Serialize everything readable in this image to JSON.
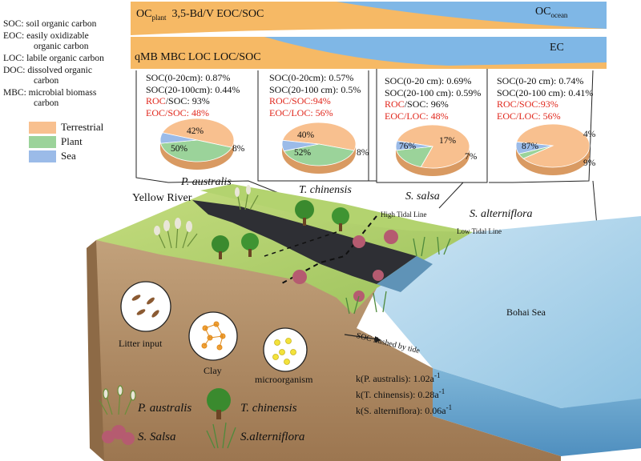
{
  "glossary": [
    {
      "abbr": "SOC",
      "def_line1": "soil organic carbon",
      "def_line2": ""
    },
    {
      "abbr": "EOC",
      "def_line1": "easily oxidizable",
      "def_line2": "organic carbon"
    },
    {
      "abbr": "LOC",
      "def_line1": "labile organic carbon",
      "def_line2": ""
    },
    {
      "abbr": "DOC",
      "def_line1": "dissolved organic",
      "def_line2": "carbon"
    },
    {
      "abbr": "MBC",
      "def_line1": "microbial biomass",
      "def_line2": "carbon"
    }
  ],
  "source_legend": [
    {
      "label": "Terrestrial",
      "color": "#f8c08f"
    },
    {
      "label": "Plant",
      "color": "#9bd39a"
    },
    {
      "label": "Sea",
      "color": "#9bbbe8"
    }
  ],
  "bars": {
    "top": {
      "oc_plant": "OC",
      "oc_plant_sub": "plant",
      "ratios": "3,5-Bd/V EOC/SOC",
      "oc_ocean": "OC",
      "oc_ocean_sub": "ocean"
    },
    "bottom": {
      "left": "qMB MBC LOC LOC/SOC",
      "right": "EC"
    }
  },
  "sites": [
    {
      "name": "P. australis",
      "soc_top": "SOC(0-20cm): 0.87%",
      "soc_deep": "SOC(20-100cm): 0.44%",
      "roc_label": "ROC",
      "roc_rest": "/SOC: 93%",
      "eoc_label": "EOC",
      "eoc_rest": "/SOC: 48%",
      "pie": {
        "terrestrial": 50,
        "plant": 42,
        "sea": 8
      },
      "pie_labels": [
        "50%",
        "42%",
        "8%"
      ]
    },
    {
      "name": "T. chinensis",
      "soc_top": "SOC(0-20cm): 0.57%",
      "soc_deep": "SOC(20-100 cm): 0.5%",
      "roc_label": "ROC",
      "roc_rest": "/SOC:94%",
      "eoc_label": "EOC",
      "eoc_rest": "/LOC: 56%",
      "pie": {
        "terrestrial": 52,
        "plant": 40,
        "sea": 8
      },
      "pie_labels": [
        "52%",
        "40%",
        "8%"
      ]
    },
    {
      "name": "S. salsa",
      "soc_top": "SOC(0-20 cm): 0.69%",
      "soc_deep": "SOC(20-100 cm): 0.59%",
      "roc_label": "ROC",
      "roc_rest": "/SOC: 96%",
      "eoc_label": "EOC",
      "eoc_rest": "/LOC: 48%",
      "pie": {
        "terrestrial": 76,
        "plant": 17,
        "sea": 7
      },
      "pie_labels": [
        "76%",
        "17%",
        "7%"
      ]
    },
    {
      "name": "S. alterniflora",
      "soc_top": "SOC(0-20 cm): 0.74%",
      "soc_deep": "SOC(20-100 cm): 0.41%",
      "roc_label": "ROC",
      "roc_rest": "/SOC:93%",
      "eoc_label": "EOC",
      "eoc_rest": "/LOC: 56%",
      "pie": {
        "terrestrial": 87,
        "plant": 4,
        "sea": 9
      },
      "pie_labels": [
        "87%",
        "4%",
        "9%"
      ]
    }
  ],
  "landscape": {
    "river": "Yellow River",
    "high_tide": "High Tidal Line",
    "low_tide": "Low Tidal Line",
    "sea": "Bohai Sea",
    "flush": "SOC flushed by tide",
    "litter": "Litter input",
    "clay": "Clay",
    "micro": "microorganism",
    "k_pa": "k(P. australis): 1.02a",
    "k_tc": "k(T. chinensis): 0.28a",
    "k_sa": "k(S. alterniflora): 0.06a",
    "k_sup": "-1"
  },
  "species_legend": [
    {
      "name": "P. australis",
      "icon": "reed-icon"
    },
    {
      "name": "T. chinensis",
      "icon": "tree-icon"
    },
    {
      "name": "S. Salsa",
      "icon": "shrub-icon"
    },
    {
      "name": "S.alterniflora",
      "icon": "grass-icon"
    }
  ]
}
